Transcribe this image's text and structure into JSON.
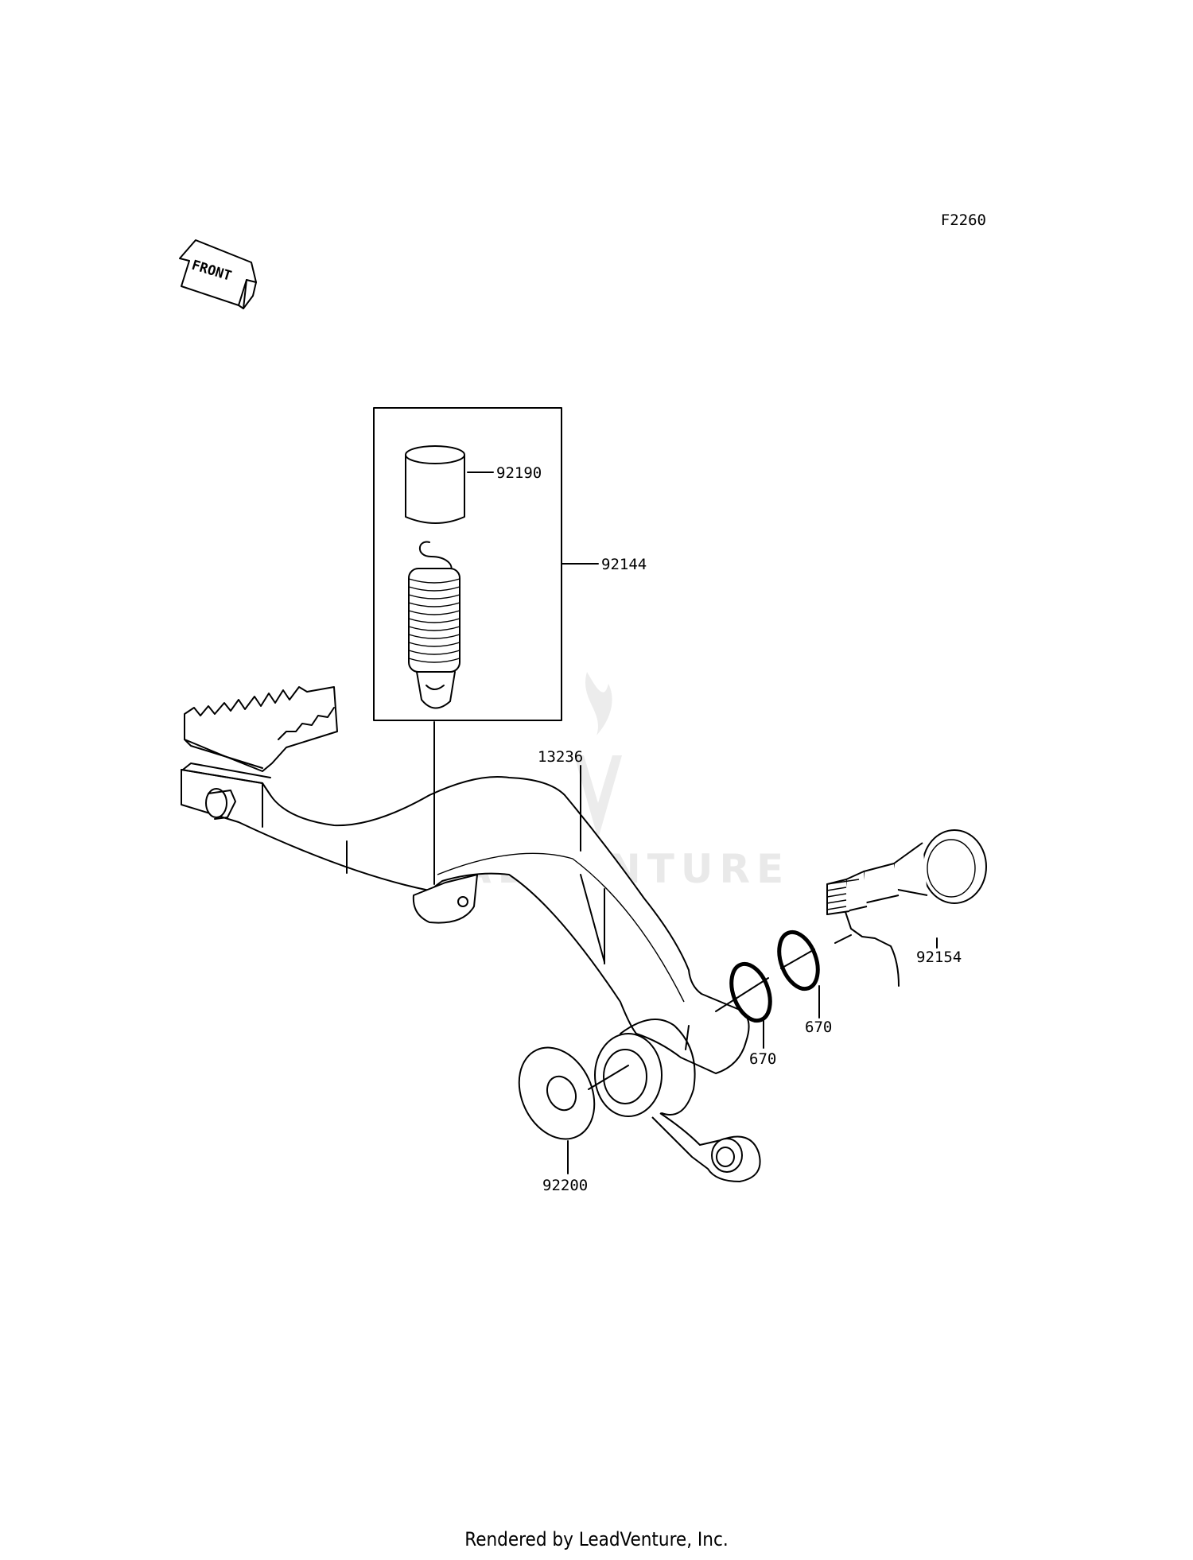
{
  "diagram_code": "F2260",
  "front_label": "FRONT",
  "watermark": "LEADVENTURE",
  "footer": "Rendered by LeadVenture, Inc.",
  "parts": {
    "sleeve": "92190",
    "spring_kit": "92144",
    "brake_pedal": "13236",
    "pivot_bolt": "92154",
    "oring_upper": "670",
    "oring_lower": "670",
    "washer": "92200"
  }
}
